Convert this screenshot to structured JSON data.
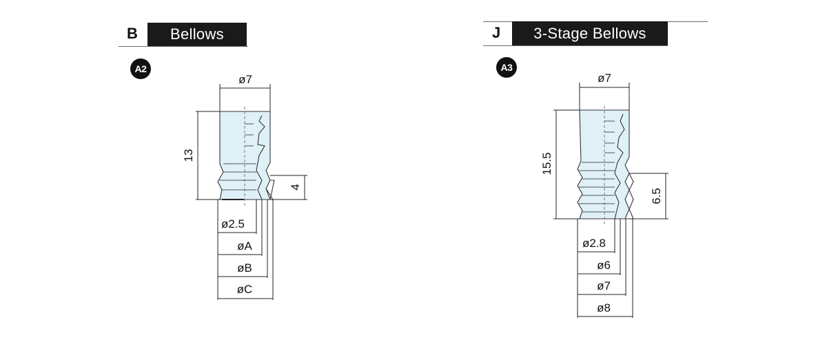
{
  "panels": [
    {
      "letter": "B",
      "title": "Bellows",
      "badge": "A2",
      "dims": {
        "top": "ø7",
        "height": "13",
        "stage": "4",
        "bottom": [
          "ø2.5",
          "øA",
          "øB",
          "øC"
        ]
      }
    },
    {
      "letter": "J",
      "title": "3-Stage Bellows",
      "badge": "A3",
      "dims": {
        "top": "ø7",
        "height": "15.5",
        "stage": "6.5",
        "bottom": [
          "ø2.8",
          "ø6",
          "ø7",
          "ø8"
        ]
      }
    }
  ],
  "colors": {
    "header_bg": "#1a1a1a",
    "header_text": "#ffffff",
    "body_fill": "#dff0f7",
    "line": "#222222"
  }
}
